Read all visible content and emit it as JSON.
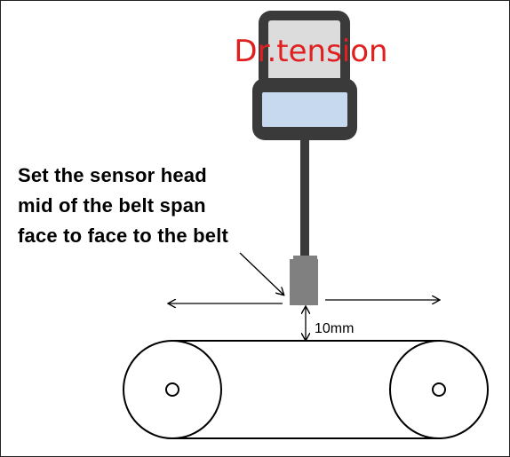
{
  "device": {
    "brand_label": "Dr.tension",
    "brand_color": "#e02020",
    "body_color": "#3a3a3a",
    "display_color": "#dcdcdc",
    "screen_color": "#c6d9ef",
    "sensor_head_color": "#808080"
  },
  "instruction": {
    "line1": "Set the sensor head",
    "line2": "mid of the belt span",
    "line3": "face to face to the belt"
  },
  "gap": {
    "label": "10mm"
  },
  "belt": {
    "stroke_color": "#000000"
  }
}
